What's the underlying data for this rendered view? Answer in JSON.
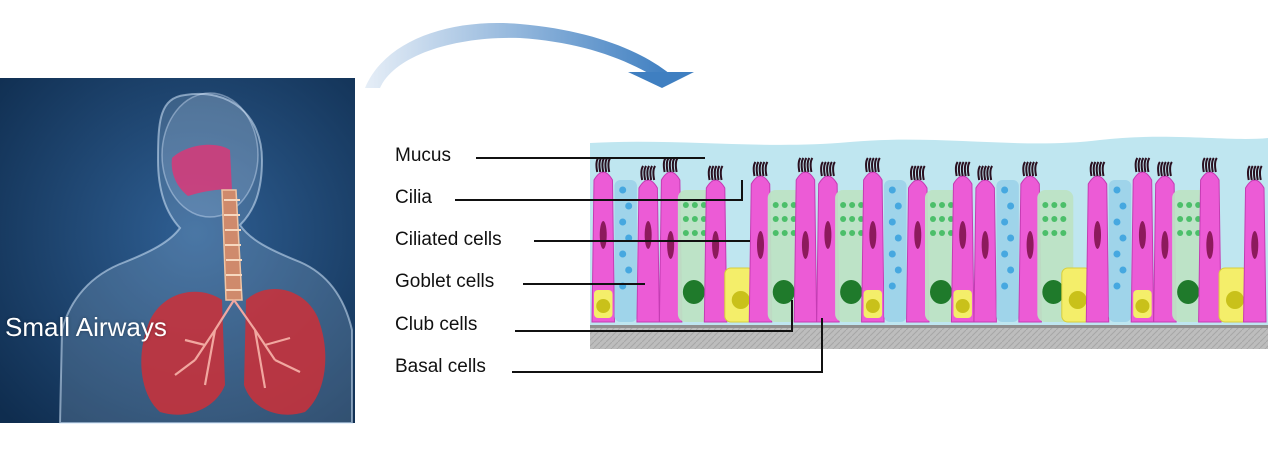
{
  "anatomy": {
    "overlay_label": "Small Airways"
  },
  "callouts": [
    {
      "id": "mucus",
      "label": "Mucus"
    },
    {
      "id": "cilia",
      "label": "Cilia"
    },
    {
      "id": "ciliated",
      "label": "Ciliated cells"
    },
    {
      "id": "goblet",
      "label": "Goblet cells"
    },
    {
      "id": "club",
      "label": "Club cells"
    },
    {
      "id": "basal",
      "label": "Basal cells"
    }
  ],
  "colors": {
    "body_background": "#0f2d4f",
    "body_glow": "#2f5f93",
    "trachea": "#d23c7a",
    "lungs": "#c8313a",
    "mucus": "#bfe6f0",
    "ciliated_cell": "#ec5bd6",
    "cilia": "#2a1020",
    "goblet_cell": "#bde3c4",
    "goblet_dots": "#4cbf6a",
    "club_cell": "#f4ee6a",
    "club_nucleus": "#c9c11a",
    "basal_nucleus": "#1f7a2b",
    "nucleus": "#8c1a5c",
    "mucin_blue": "#46a8e0",
    "basement_membrane": "#b8b8b8",
    "arrow": "#3f7fc1"
  }
}
